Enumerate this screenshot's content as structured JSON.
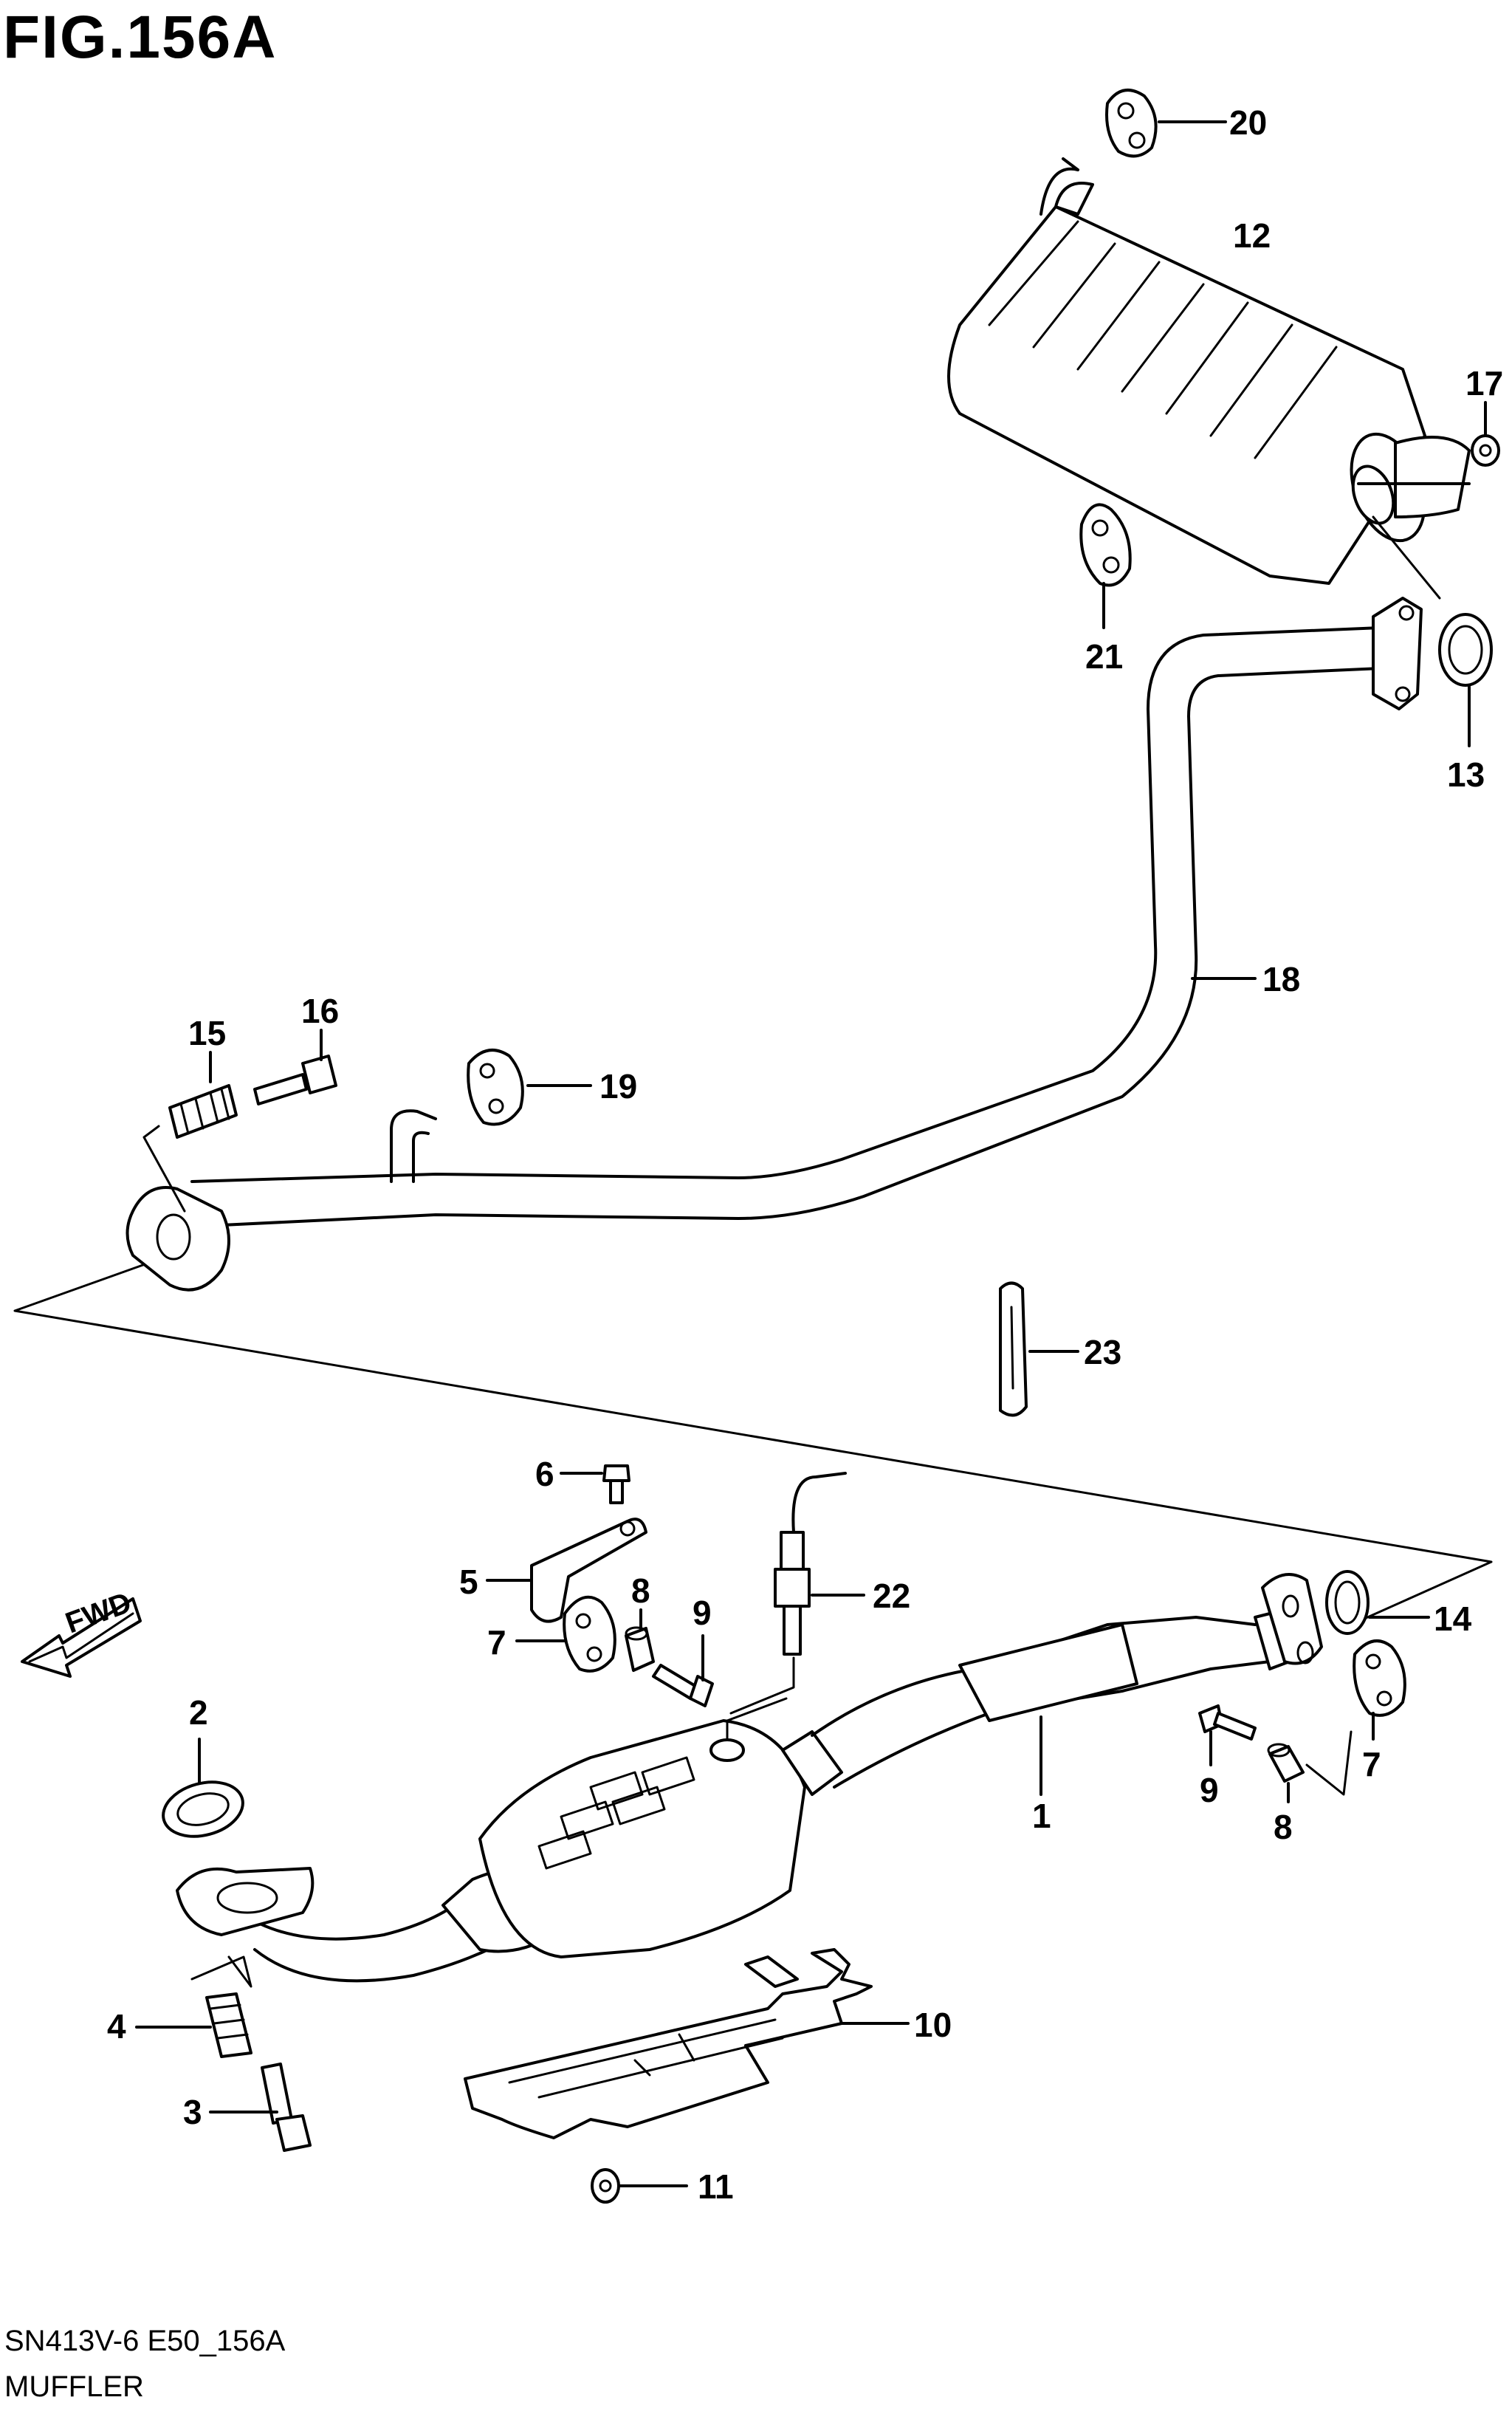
{
  "header": {
    "title": "FIG.156A"
  },
  "footer": {
    "code": "SN413V-6 E50_156A",
    "name": "MUFFLER"
  },
  "arrow": {
    "label": "FWD"
  },
  "callouts": {
    "c1": "1",
    "c2": "2",
    "c3": "3",
    "c4": "4",
    "c5": "5",
    "c6": "6",
    "c7a": "7",
    "c7b": "7",
    "c8a": "8",
    "c8b": "8",
    "c9a": "9",
    "c9b": "9",
    "c10": "10",
    "c11": "11",
    "c12": "12",
    "c13": "13",
    "c14": "14",
    "c15": "15",
    "c16": "16",
    "c17": "17",
    "c18": "18",
    "c19": "19",
    "c20": "20",
    "c21": "21",
    "c22": "22",
    "c23": "23"
  }
}
